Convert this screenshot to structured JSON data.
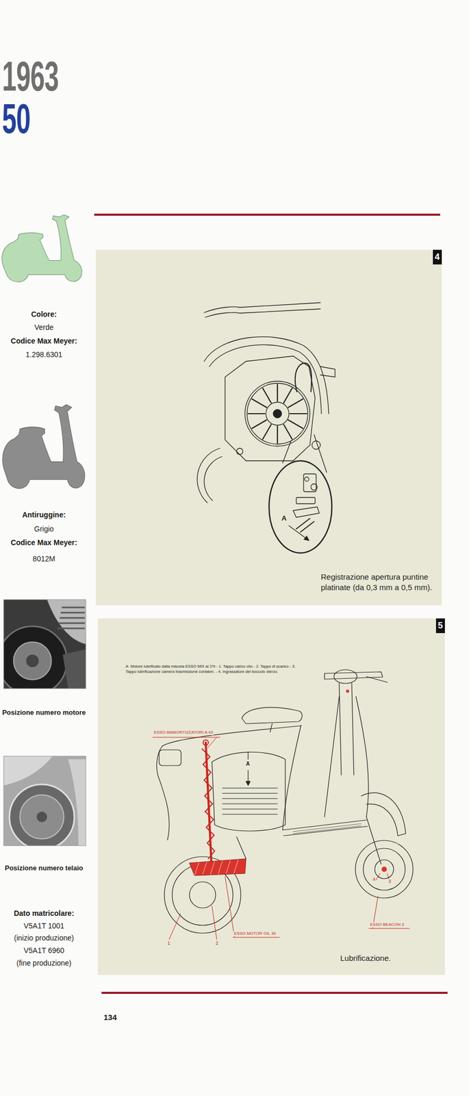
{
  "diagram": {
    "nodes": [
      {
        "text": [
          "Registrazione apertura puntine platinate (da 0,3 mm a 0,5 mm)."
        ]
      },
      {
        "text": [
          "4"
        ],
        "in": 0
      },
      {
        "text": [
          "A: Motore lubrificato dalla miscela ESSO MIX al 2% - 1. Tappo carico olio - 2. Tappo di scarico - 3. Tappo lubrificazione camera trasmissione contakm. - 4. Ingrassatore del boccolo sterzo.",
          "Lubrificazione."
        ]
      },
      {
        "text": [
          "5"
        ],
        "in": 2
      }
    ],
    "labels": [
      "1963",
      "50",
      "Colore:",
      "Verde",
      "Codice Max Meyer:",
      "1.298.6301",
      "Antiruggine:",
      "Grigio",
      "Codice Max Meyer:",
      "8012M",
      "Posizione numero motore",
      "Posizione numero telaio",
      "Dato matricolare:",
      "V5A1T 1001",
      "(inizio produzione)",
      "V5A1T 6960",
      "(fine produzione)",
      "A",
      "ESSO AMMORTIZZATORI A 43",
      "A",
      "4",
      "3",
      "ESSO BEACON 3",
      "1",
      "2",
      "ESSO MOTOR OIL 30",
      "134"
    ]
  }
}
